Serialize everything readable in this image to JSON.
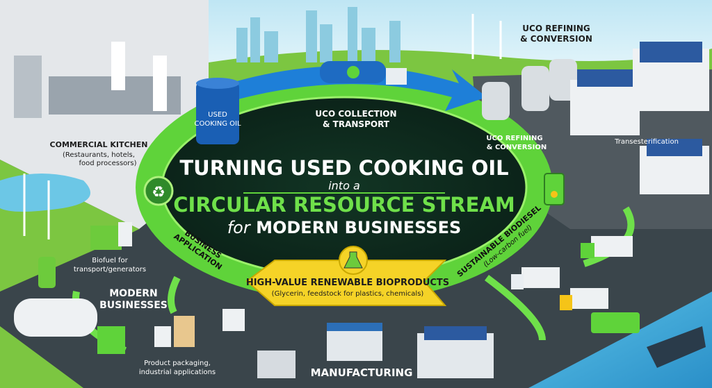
{
  "title": {
    "line1": "TURNING USED COOKING OIL",
    "line2": "into a",
    "line3": "CIRCULAR RESOURCE STREAM",
    "line4_prefix": "for",
    "line4": "MODERN BUSINESSES"
  },
  "kitchen": {
    "heading": "COMMERCIAL KITCHEN",
    "sub1": "(Restaurants, hotels,",
    "sub2": "food processors)",
    "barrel_line1": "USED",
    "barrel_line2": "COOKING OIL"
  },
  "collection": {
    "line1": "UCO COLLECTION",
    "line2": "& TRANSPORT"
  },
  "refining_top": {
    "line1": "UCO REFINING",
    "line2": "& CONVERSION"
  },
  "refining_ring": {
    "line1": "UCO REFINING",
    "line2": "& CONVERSION"
  },
  "transesterification": "Transesterification",
  "biodiesel": {
    "line1": "SUSTAINABLE BIODIESEL",
    "line2": "(Low-carbon fuel)"
  },
  "bioproducts": {
    "line1": "HIGH-VALUE RENEWABLE BIOPRODUCTS",
    "line2": "(Glycerin, feedstock for plastics, chemicals)"
  },
  "manufacturing": "MANUFACTURING",
  "business_application": {
    "line1": "BUSINESS",
    "line2": "APPLICATION"
  },
  "modern_businesses": {
    "line1": "MODERN",
    "line2": "BUSINESSES"
  },
  "biofuel": {
    "line1": "Biofuel for",
    "line2": "transport/generators"
  },
  "packaging": {
    "line1": "Product packaging,",
    "line2": "industrial applications"
  },
  "colors": {
    "ring_green": "#5fd33a",
    "inner_dark": "#0f2a1e",
    "yellow": "#f5d327",
    "blue_arrow": "#1e7fd8"
  }
}
